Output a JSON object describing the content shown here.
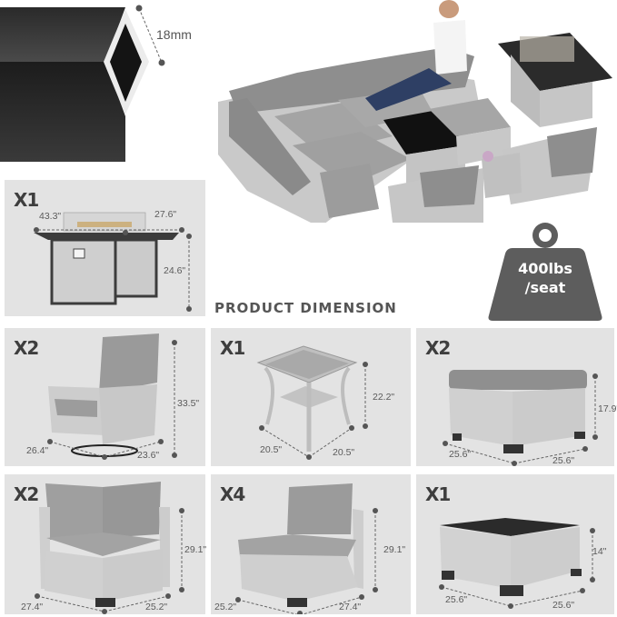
{
  "rattan_profile": {
    "thickness_label": "18mm"
  },
  "hero": {
    "description": "Full patio set: sectional sofa with ottomans, coffee table, two swivel chairs, side table, and fire pit table"
  },
  "heading": "PRODUCT DIMENSION",
  "weight_capacity": {
    "line1": "400lbs",
    "line2": "/seat"
  },
  "items": [
    {
      "id": "fire-pit-table",
      "qty": "X1",
      "dims": {
        "length": "43.3\"",
        "width": "27.6\"",
        "height": "24.6\""
      }
    },
    {
      "id": "swivel-chair",
      "qty": "X2",
      "dims": {
        "height": "33.5\"",
        "depth": "26.4\"",
        "width": "23.6\""
      }
    },
    {
      "id": "side-table",
      "qty": "X1",
      "dims": {
        "height": "22.2\"",
        "width_left": "20.5\"",
        "width_right": "20.5\""
      }
    },
    {
      "id": "ottoman",
      "qty": "X2",
      "dims": {
        "height": "17.9\"",
        "width_left": "25.6\"",
        "width_right": "25.6\""
      }
    },
    {
      "id": "corner-sofa",
      "qty": "X2",
      "dims": {
        "height": "29.1\"",
        "width_left": "27.4\"",
        "width_right": "25.2\""
      }
    },
    {
      "id": "armless-sofa",
      "qty": "X4",
      "dims": {
        "height": "29.1\"",
        "width_left": "25.2\"",
        "width_right": "27.4\""
      }
    },
    {
      "id": "coffee-table",
      "qty": "X1",
      "dims": {
        "height": "14\"",
        "width_left": "25.6\"",
        "width_right": "25.6\""
      }
    }
  ],
  "colors": {
    "panel_bg": "#e3e3e3",
    "cushion": "#9a9a9a",
    "wicker": "#cfcfcf",
    "weight_icon": "#5d5d5d",
    "text": "#4a4a4a"
  }
}
